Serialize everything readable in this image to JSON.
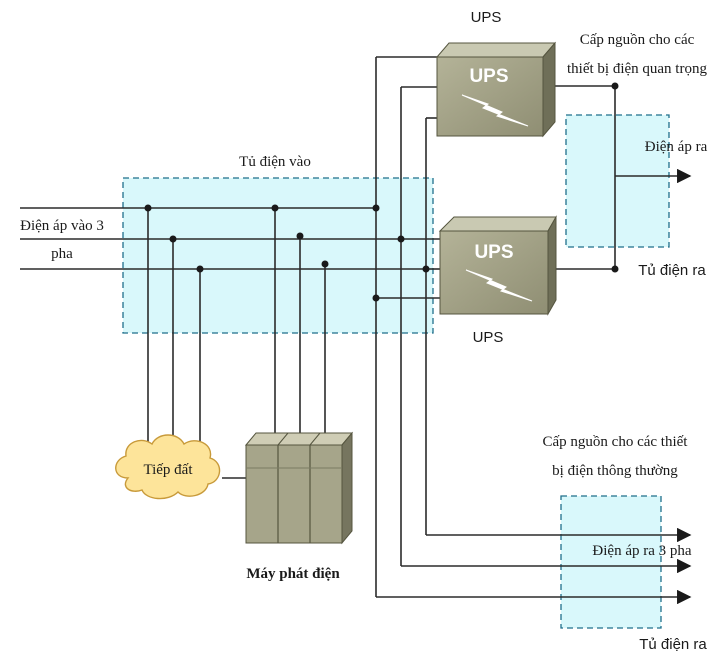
{
  "labels": {
    "ups_top": "UPS",
    "ups_bottom": "UPS",
    "ups_box_top": "UPS",
    "ups_box_bottom": "UPS",
    "input_panel": "Tủ điện vào",
    "input_voltage_line1": "Điện áp vào 3",
    "input_voltage_line2": "pha",
    "critical_supply_line1": "Cấp nguồn cho các",
    "critical_supply_line2": "thiết bị điện quan trọng",
    "output_voltage": "Điện áp ra",
    "output_panel_top": "Tủ điện ra",
    "normal_supply_line1": "Cấp nguồn cho các thiết",
    "normal_supply_line2": "bị điện thông thường",
    "output_voltage_3phase": "Điện áp ra 3 pha",
    "output_panel_bottom": "Tủ điện ra",
    "ground": "Tiếp đất",
    "generator": "Máy phát điện"
  },
  "colors": {
    "panel_fill": "#d9f8fb",
    "panel_border": "#1f6f8b",
    "ups_front": "#9c9c80",
    "ups_top_face": "#c9c9b2",
    "ups_side": "#6f6f58",
    "cloud_fill": "#fde49a",
    "cloud_stroke": "#c89a3a",
    "generator_front": "#a6a58a",
    "generator_top": "#cfcdb5",
    "generator_side": "#76755f"
  }
}
